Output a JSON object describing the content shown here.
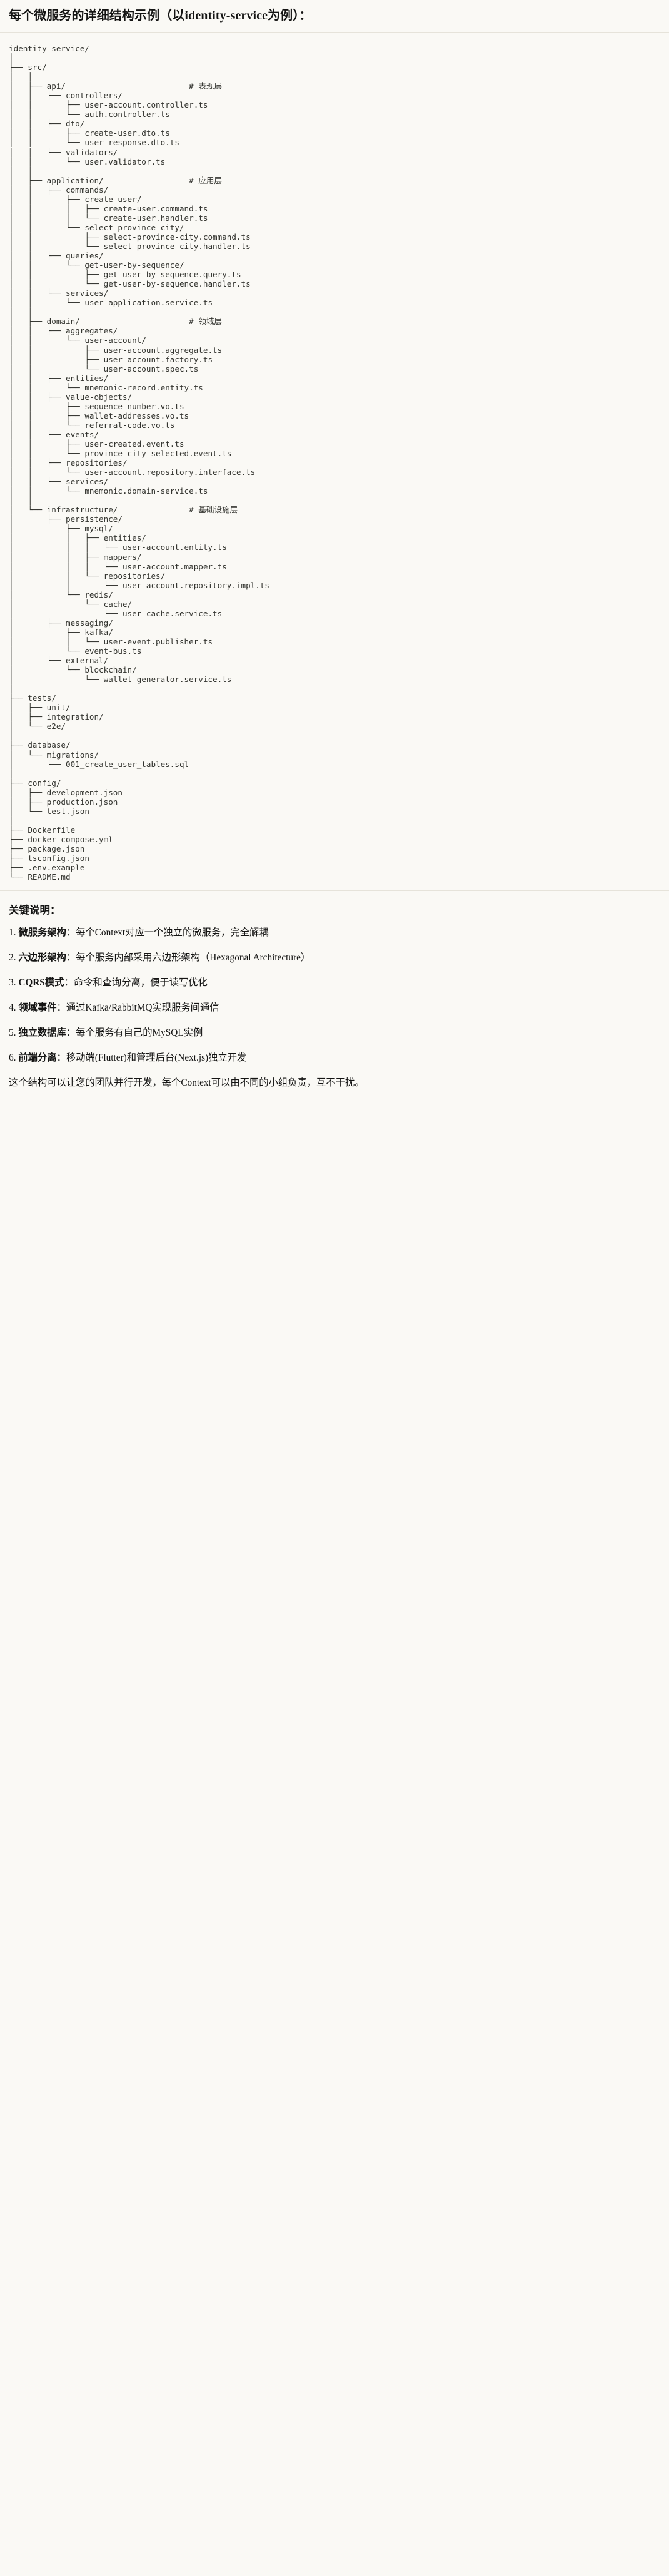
{
  "document": {
    "title": "每个微服务的详细结构示例（以identity-service为例）："
  },
  "tree": {
    "root_label": "identity-service/",
    "comment_marker": "#",
    "layer_comments": [
      {
        "path": "src/api/",
        "text": "# 表现层"
      },
      {
        "path": "src/application/",
        "text": "# 应用层"
      },
      {
        "path": "src/domain/",
        "text": "# 领域层"
      },
      {
        "path": "src/infrastructure/",
        "text": "# 基础设施层"
      }
    ],
    "text": "identity-service/\n│\n├── src/\n│   │\n│   ├── api/                          # 表现层\n│   │   ├── controllers/\n│   │   │   ├── user-account.controller.ts\n│   │   │   └── auth.controller.ts\n│   │   ├── dto/\n│   │   │   ├── create-user.dto.ts\n│   │   │   └── user-response.dto.ts\n│   │   └── validators/\n│   │       └── user.validator.ts\n│   │\n│   ├── application/                  # 应用层\n│   │   ├── commands/\n│   │   │   ├── create-user/\n│   │   │   │   ├── create-user.command.ts\n│   │   │   │   └── create-user.handler.ts\n│   │   │   └── select-province-city/\n│   │   │       ├── select-province-city.command.ts\n│   │   │       └── select-province-city.handler.ts\n│   │   ├── queries/\n│   │   │   └── get-user-by-sequence/\n│   │   │       ├── get-user-by-sequence.query.ts\n│   │   │       └── get-user-by-sequence.handler.ts\n│   │   └── services/\n│   │       └── user-application.service.ts\n│   │\n│   ├── domain/                       # 领域层\n│   │   ├── aggregates/\n│   │   │   └── user-account/\n│   │   │       ├── user-account.aggregate.ts\n│   │   │       ├── user-account.factory.ts\n│   │   │       └── user-account.spec.ts\n│   │   ├── entities/\n│   │   │   └── mnemonic-record.entity.ts\n│   │   ├── value-objects/\n│   │   │   ├── sequence-number.vo.ts\n│   │   │   ├── wallet-addresses.vo.ts\n│   │   │   └── referral-code.vo.ts\n│   │   ├── events/\n│   │   │   ├── user-created.event.ts\n│   │   │   └── province-city-selected.event.ts\n│   │   ├── repositories/\n│   │   │   └── user-account.repository.interface.ts\n│   │   └── services/\n│   │       └── mnemonic.domain-service.ts\n│   │\n│   └── infrastructure/               # 基础设施层\n│       ├── persistence/\n│       │   ├── mysql/\n│       │   │   ├── entities/\n│       │   │   │   └── user-account.entity.ts\n│       │   │   ├── mappers/\n│       │   │   │   └── user-account.mapper.ts\n│       │   │   └── repositories/\n│       │   │       └── user-account.repository.impl.ts\n│       │   └── redis/\n│       │       └── cache/\n│       │           └── user-cache.service.ts\n│       ├── messaging/\n│       │   ├── kafka/\n│       │   │   └── user-event.publisher.ts\n│       │   └── event-bus.ts\n│       └── external/\n│           └── blockchain/\n│               └── wallet-generator.service.ts\n│\n├── tests/\n│   ├── unit/\n│   ├── integration/\n│   └── e2e/\n│\n├── database/\n│   └── migrations/\n│       └── 001_create_user_tables.sql\n│\n├── config/\n│   ├── development.json\n│   ├── production.json\n│   └── test.json\n│\n├── Dockerfile\n├── docker-compose.yml\n├── package.json\n├── tsconfig.json\n├── .env.example\n└── README.md"
  },
  "key_points": {
    "heading": "关键说明：",
    "items": [
      {
        "term": "微服务架构",
        "sep": "：",
        "desc": "每个Context对应一个独立的微服务，完全解耦"
      },
      {
        "term": "六边形架构",
        "sep": "：",
        "desc": "每个服务内部采用六边形架构（Hexagonal Architecture）"
      },
      {
        "term": "CQRS模式",
        "sep": "：",
        "desc": "命令和查询分离，便于读写优化"
      },
      {
        "term": "领域事件",
        "sep": "：",
        "desc": "通过Kafka/RabbitMQ实现服务间通信"
      },
      {
        "term": "独立数据库",
        "sep": "：",
        "desc": "每个服务有自己的MySQL实例"
      },
      {
        "term": "前端分离",
        "sep": "：",
        "desc": "移动端(Flutter)和管理后台(Next.js)独立开发"
      }
    ],
    "closing": "这个结构可以让您的团队并行开发，每个Context可以由不同的小组负责，互不干扰。"
  },
  "colors": {
    "background": "#faf9f5",
    "text": "#141413",
    "code_text": "#33342f",
    "rule": "#e6e3da"
  }
}
